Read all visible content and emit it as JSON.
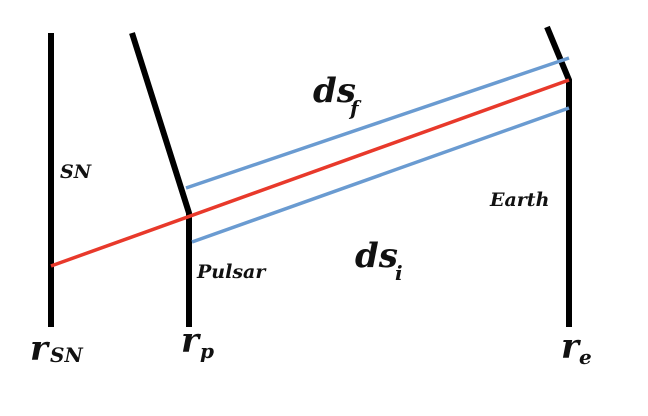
{
  "labels": {
    "sn": "SN",
    "pulsar": "Pulsar",
    "earth": "Earth",
    "ds_f_main": "ds",
    "ds_f_sub": "f",
    "ds_i_main": "ds",
    "ds_i_sub": "i",
    "r_sn_main": "r",
    "r_sn_sub": "SN",
    "r_p_main": "r",
    "r_p_sub": "p",
    "r_e_main": "r",
    "r_e_sub": "e"
  },
  "colors": {
    "world_lines": "#000000",
    "central_ray": "#e8392b",
    "boundary_rays": "#6a9bd1"
  }
}
